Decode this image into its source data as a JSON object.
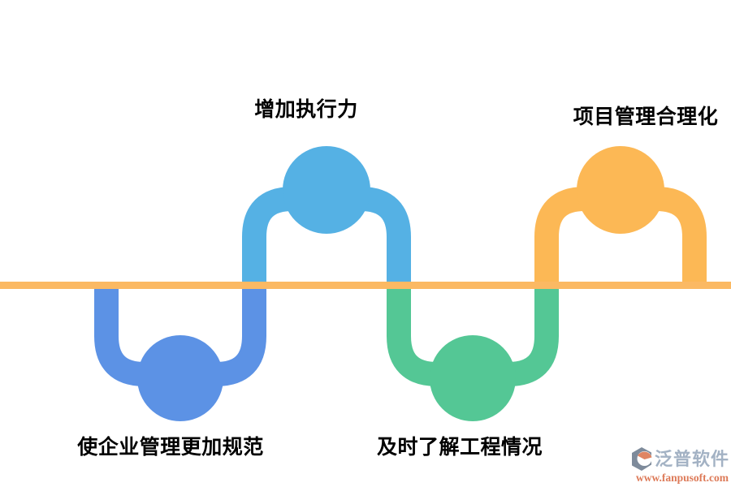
{
  "background": "#ffffff",
  "colors": {
    "timeline": "#FBB963",
    "light_blue": "#55B1E4",
    "dark_blue": "#5C92E5",
    "green": "#54C795",
    "orange": "#FCB855",
    "label_text": "#000000",
    "logo_name_color": "#A3B2C4",
    "logo_url_color": "#DD7A58",
    "logo_icon_gray": "#7E8B9B",
    "logo_icon_accent": "#E08563"
  },
  "diagram": {
    "type": "serpentine-timeline",
    "description": "Horizontal orange timeline with alternating circle nodes above and below, linked by U-shaped tube connectors",
    "nodes": [
      {
        "label": "使企业管理更加规范",
        "position": "below",
        "color": "#5C92E5"
      },
      {
        "label": "增加执行力",
        "position": "above",
        "color": "#55B1E4"
      },
      {
        "label": "及时了解工程情况",
        "position": "below",
        "color": "#54C795"
      },
      {
        "label": "项目管理合理化",
        "position": "above",
        "color": "#FCB855"
      }
    ]
  },
  "logo": {
    "name": "泛普软件",
    "url": "www.fanpusoft.com",
    "icon": "fanpu-gem-icon"
  }
}
